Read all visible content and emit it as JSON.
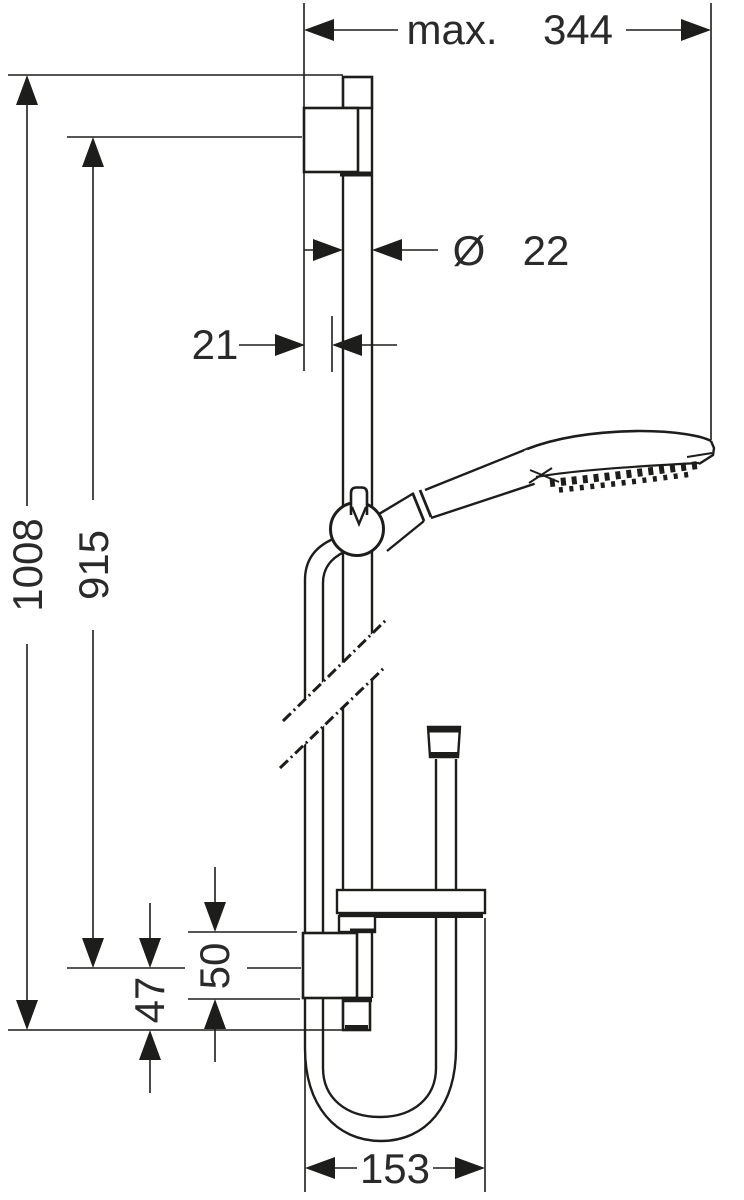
{
  "drawing": {
    "line_color": "#1d1d1b",
    "text_color": "#2a2a2a",
    "background": "#ffffff",
    "dims": {
      "max_width_prefix": "max.",
      "max_width_value": "344",
      "diameter_symbol": "Ø",
      "diameter_value": "22",
      "rail_offset": "21",
      "overall_height": "1008",
      "mount_distance": "915",
      "lower_offset": "47",
      "bracket_spacing": "50",
      "hose_loop_width": "153"
    }
  }
}
